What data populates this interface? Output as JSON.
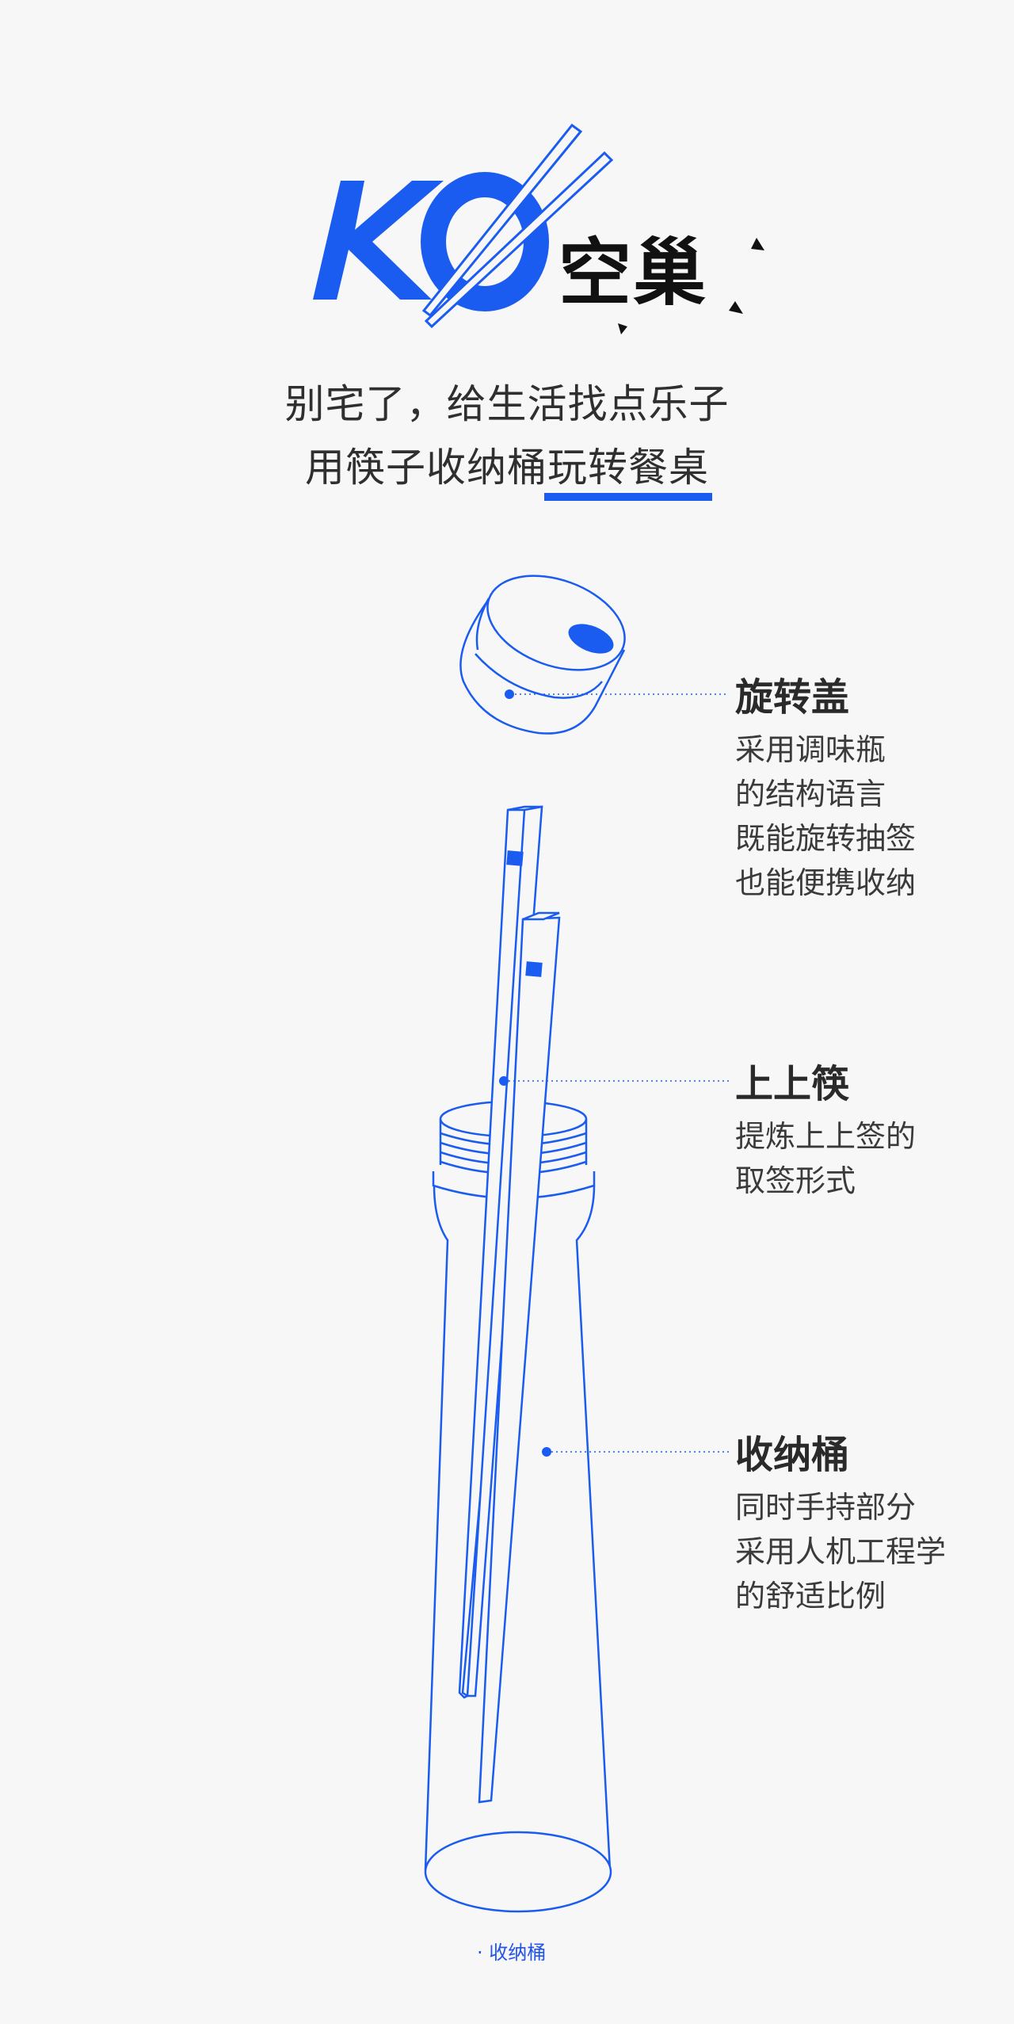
{
  "brand": {
    "logo_latin": "KO",
    "logo_cn": "空巢",
    "accent_color": "#1a5bf0"
  },
  "tagline": {
    "line1": "别宅了，给生活找点乐子",
    "line2_plain": "用筷子收纳桶",
    "line2_highlight": "玩转餐桌"
  },
  "callouts": [
    {
      "title": "旋转盖",
      "desc": "采用调味瓶\n的结构语言\n既能旋转抽签\n也能便携收纳"
    },
    {
      "title": "上上筷",
      "desc": "提炼上上签的\n取签形式"
    },
    {
      "title": "收纳桶",
      "desc": "同时手持部分\n采用人机工程学\n的舒适比例"
    }
  ],
  "caption": "· 收纳桶",
  "icons": [
    "chopsticks-icon",
    "rotating-lid-illustration",
    "chopsticks-illustration",
    "container-illustration"
  ]
}
